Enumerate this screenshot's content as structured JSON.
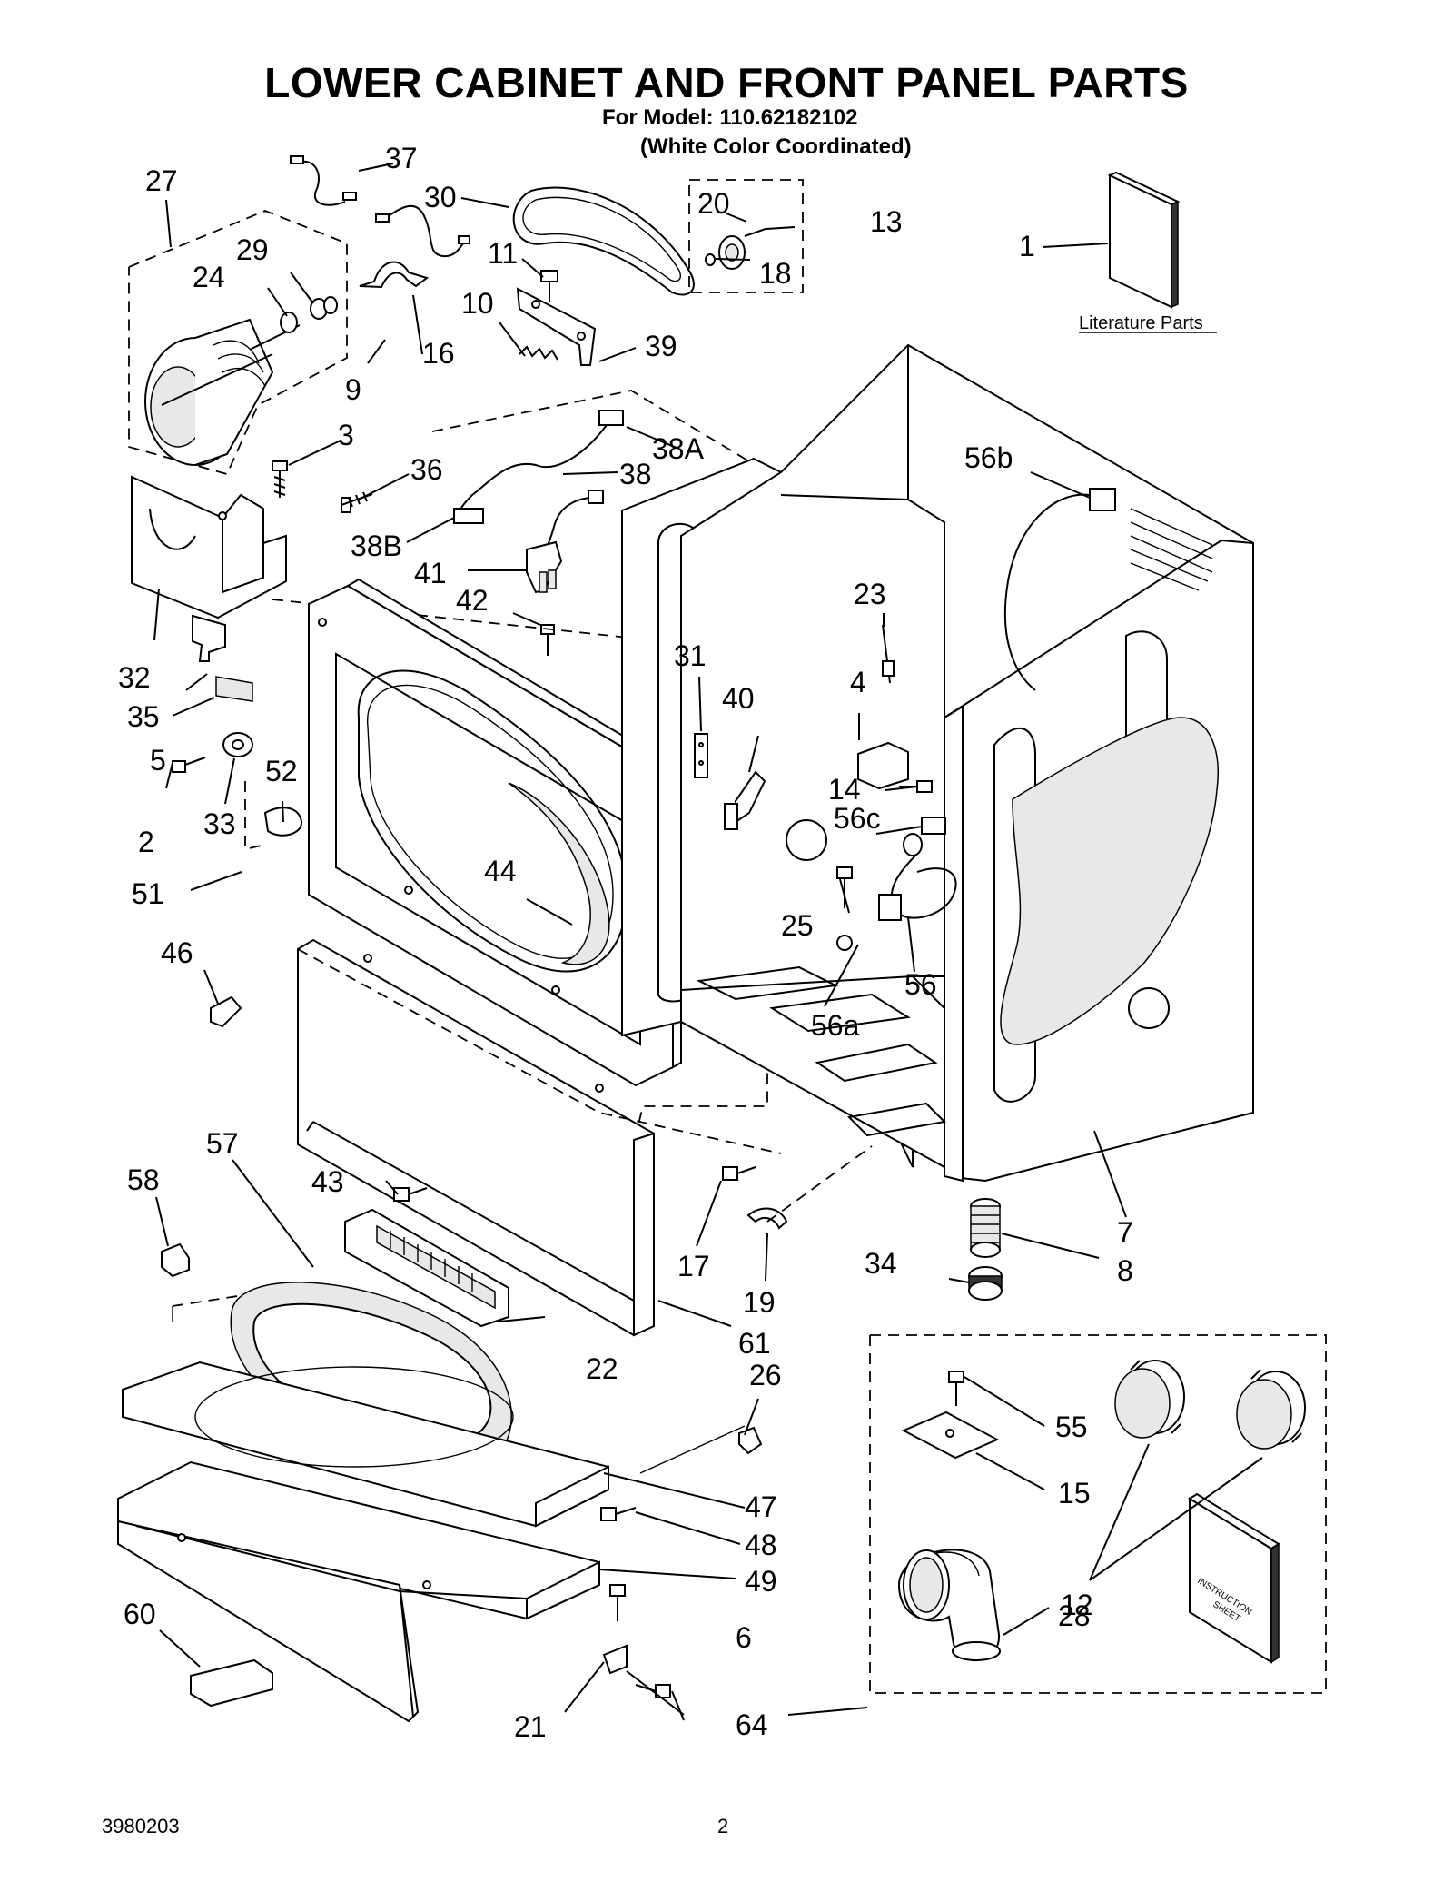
{
  "header": {
    "title": "LOWER CABINET AND FRONT PANEL PARTS",
    "model_line": "For Model: 110.62182102",
    "color_line": "(White Color Coordinated)"
  },
  "literature": {
    "label": "Literature Parts"
  },
  "instruction_sheet": {
    "line1": "INSTRUCTION",
    "line2": "SHEET"
  },
  "callouts": [
    "1",
    "2",
    "3",
    "4",
    "5",
    "6",
    "7",
    "8",
    "9",
    "10",
    "11",
    "12",
    "13",
    "14",
    "15",
    "16",
    "17",
    "18",
    "19",
    "20",
    "21",
    "22",
    "23",
    "24",
    "25",
    "26",
    "27",
    "28",
    "29",
    "30",
    "31",
    "32",
    "33",
    "34",
    "35",
    "36",
    "37",
    "38",
    "38A",
    "38B",
    "39",
    "40",
    "41",
    "42",
    "43",
    "44",
    "46",
    "47",
    "48",
    "49",
    "51",
    "52",
    "55",
    "56",
    "56a",
    "56b",
    "56c",
    "57",
    "58",
    "60",
    "61",
    "64"
  ],
  "footer": {
    "doc_number": "3980203",
    "page_number": "2"
  }
}
